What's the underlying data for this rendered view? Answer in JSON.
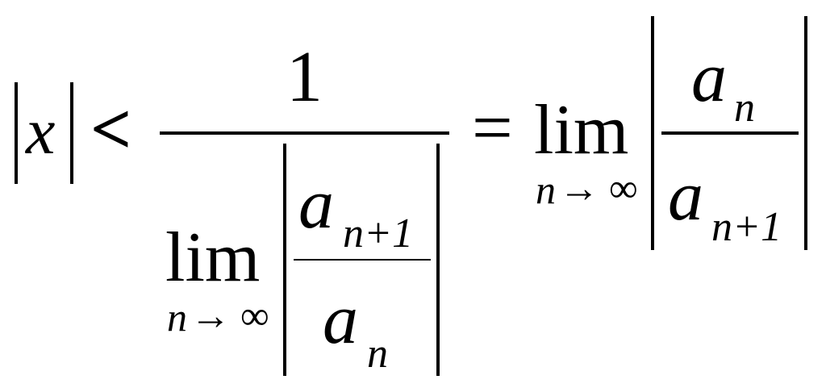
{
  "formula": {
    "lhs": {
      "variable": "x",
      "relation": "<"
    },
    "middle_fraction": {
      "numerator": "1",
      "denominator": {
        "operator": "lim",
        "subscript_var": "n",
        "subscript_arrow": "→",
        "subscript_limit": "∞",
        "inner_fraction": {
          "numerator_base": "a",
          "numerator_sub": "n+1",
          "denominator_base": "a",
          "denominator_sub": "n"
        }
      }
    },
    "equals": "=",
    "rhs": {
      "operator": "lim",
      "subscript_var": "n",
      "subscript_arrow": "→",
      "subscript_limit": "∞",
      "inner_fraction": {
        "numerator_base": "a",
        "numerator_sub": "n",
        "denominator_base": "a",
        "denominator_sub": "n+1"
      }
    }
  },
  "colors": {
    "ink": "#000000",
    "background": "#ffffff"
  }
}
